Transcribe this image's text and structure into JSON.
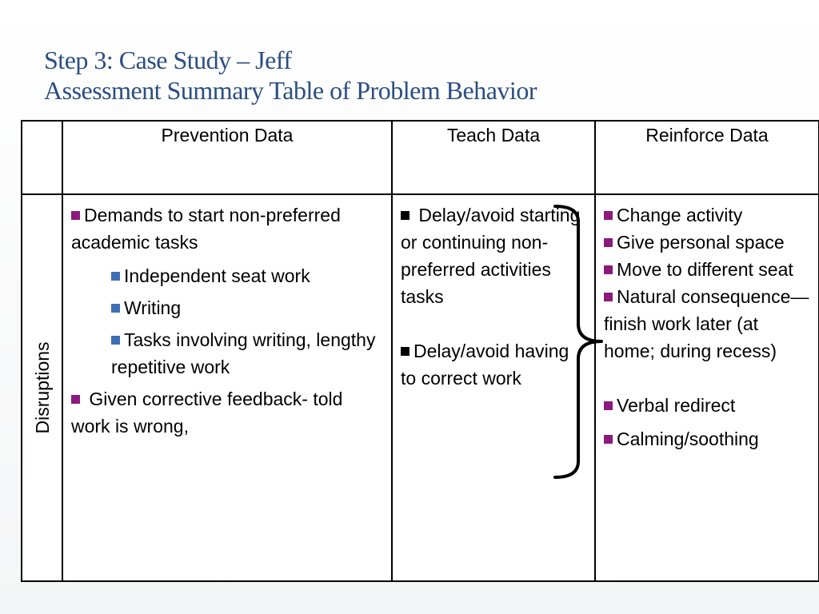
{
  "title": {
    "line1": "Step 3: Case Study – Jeff",
    "line2": "Assessment Summary Table of Problem Behavior"
  },
  "table": {
    "headers": [
      "",
      "Prevention Data",
      "Teach Data",
      "Reinforce Data"
    ],
    "row_label": "Disruptions",
    "prevention": {
      "items": [
        "Demands to start non-preferred academic tasks",
        " Given corrective feedback- told work is wrong,"
      ],
      "sub_items": [
        "Independent seat work",
        "Writing",
        "Tasks involving writing, lengthy repetitive work"
      ]
    },
    "teach": {
      "items": [
        " Delay/avoid starting or continuing non-preferred activities tasks",
        "Delay/avoid having to correct work"
      ]
    },
    "reinforce": {
      "items": [
        "Change activity",
        "Give personal space",
        "Move to different seat",
        "Natural consequence—finish work later (at home; during recess)",
        "Verbal redirect",
        "Calming/soothing"
      ]
    }
  },
  "colors": {
    "title": "#2a4e82",
    "bullet_purple": "#8b1a7d",
    "bullet_blue": "#3d6fb6",
    "bullet_black": "#000000"
  }
}
